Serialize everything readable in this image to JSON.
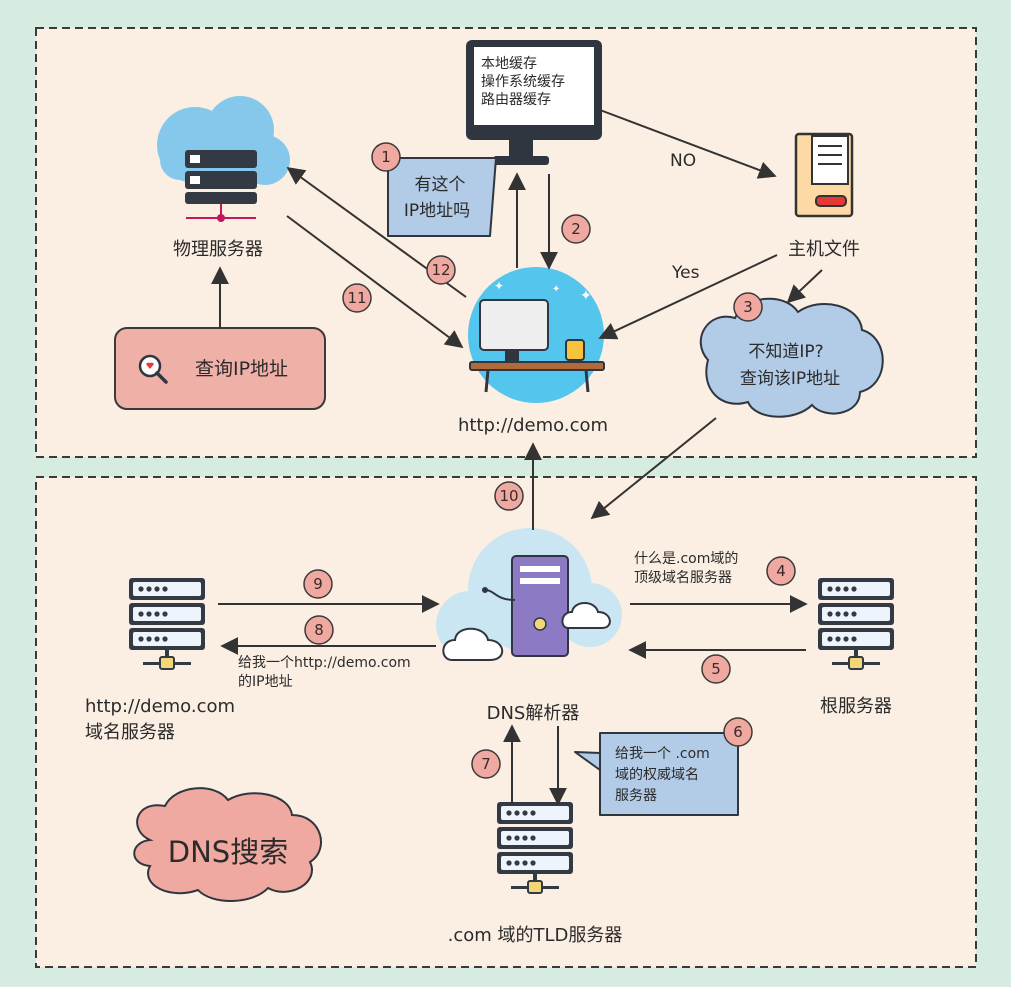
{
  "colors": {
    "background": "#d6ece0",
    "panel": "#fbeee2",
    "badge": "#f0a9a0",
    "bubble_blue": "#b2cbe6",
    "pink_box": "#efb0a8",
    "cloud_pink": "#f0a9a0"
  },
  "cache_box": {
    "line1": "本地缓存",
    "line2": "操作系统缓存",
    "line3": "路由器缓存"
  },
  "labels": {
    "physical_server": "物理服务器",
    "hosts_file": "主机文件",
    "demo_site": "http://demo.com",
    "query_ip": "查询IP地址",
    "no": "NO",
    "yes": "Yes",
    "dns_resolver": "DNS解析器",
    "root_server": "根服务器",
    "domain_server_line1": "http://demo.com",
    "domain_server_line2": "域名服务器",
    "tld_server": ".com 域的TLD服务器",
    "dns_search": "DNS搜索"
  },
  "bubbles": {
    "step1_line1": "有这个",
    "step1_line2": "IP地址吗",
    "step3_line1": "不知道IP?",
    "step3_line2": "查询该IP地址",
    "step6_line1": "给我一个 .com",
    "step6_line2": "域的权威域名",
    "step6_line3": "服务器"
  },
  "notes": {
    "step4_line1": "什么是.com域的",
    "step4_line2": "顶级域名服务器",
    "step8_line1": "给我一个http://demo.com",
    "step8_line2": "的IP地址"
  },
  "steps": [
    "1",
    "2",
    "3",
    "4",
    "5",
    "6",
    "7",
    "8",
    "9",
    "10",
    "11",
    "12"
  ],
  "icons": [
    "cloud-server-icon",
    "monitor-icon",
    "hosts-file-icon",
    "desk-computer-icon",
    "magnifier-icon",
    "dns-resolver-icon",
    "rack-server-icon"
  ]
}
